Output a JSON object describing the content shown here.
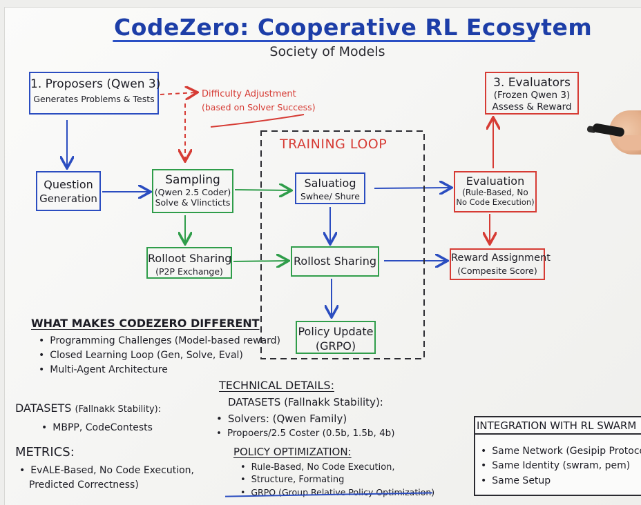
{
  "header": {
    "title": "CodeZero: Cooperative RL Ecosytem",
    "subtitle": "Society of Models"
  },
  "boxes": {
    "proposers": {
      "title": "1. Proposers (Qwen 3)",
      "subtitle": "Generates Problems & Tests"
    },
    "question_generation": {
      "line1": "Question",
      "line2": "Generation"
    },
    "sampling": {
      "title": "Sampling",
      "line1": "(Qwen 2.5 Coder)",
      "line2": "Solve & Vlincticts"
    },
    "rollout_sharing_left": {
      "title": "Rolloot Sharing",
      "subtitle": "(P2P Exchange)"
    },
    "saluatiog": {
      "title": "Saluatiog",
      "subtitle": "Swhee/ Shure"
    },
    "rollout_sharing_center": {
      "title": "Rollost Sharing"
    },
    "policy_update": {
      "title": "Policy Update",
      "subtitle": "(GRPO)"
    },
    "evaluators": {
      "title": "3. Evaluators",
      "line1": "(Frozen Qwen 3)",
      "line2": "Assess & Reward"
    },
    "evaluation": {
      "title": "Evaluation",
      "line1": "(Rule-Based, No",
      "line2": "No Code Execution)"
    },
    "reward_assignment": {
      "title": "Reward Assignment",
      "subtitle": "(Compesite Score)"
    }
  },
  "annotations": {
    "difficulty_line1": "Difficulty Adjustment",
    "difficulty_line2": "(based on Solver Success)",
    "training_loop": "TRAINING LOOP"
  },
  "differences": {
    "heading": "WHAT MAKES CODEZERO DIFFERENT",
    "items": [
      "Programming Challenges (Model-based reward)",
      "Closed Learning Loop (Gen, Solve, Eval)",
      "Multi-Agent Architecture"
    ]
  },
  "datasets_left": {
    "heading": "DATASETS",
    "note": "(Fallnakk Stability):",
    "items": [
      "MBPP, CodeContests"
    ]
  },
  "metrics": {
    "heading": "METRICS:",
    "items": [
      "EvALE-Based, No Code Execution,"
    ],
    "continuation": "Predicted Correctness)"
  },
  "technical": {
    "heading": "TECHNICAL DETAILS:",
    "datasets_line": "DATASETS (Fallnakk Stability):",
    "items": [
      "Solvers:  (Qwen Family)",
      "Propoers/2.5 Coster (0.5b, 1.5b,  4b)"
    ],
    "policy_heading": "POLICY OPTIMIZATION:",
    "policy_items": [
      "Rule-Based, No Code Execution,",
      "Structure, Formating",
      "GRPO (Group Relative Policy Optimization)"
    ]
  },
  "integration": {
    "heading": "INTEGRATION WITH RL SWARM",
    "items": [
      "Same Network (Gesipip Protocol)",
      "Same Identity (swram, pem)",
      "Same Setup"
    ]
  },
  "colors": {
    "blue": "#2b4dc0",
    "green": "#2f9d4a",
    "red": "#d63b34",
    "title_blue": "#1d3ea8"
  },
  "icons": {
    "bullet": "•"
  }
}
